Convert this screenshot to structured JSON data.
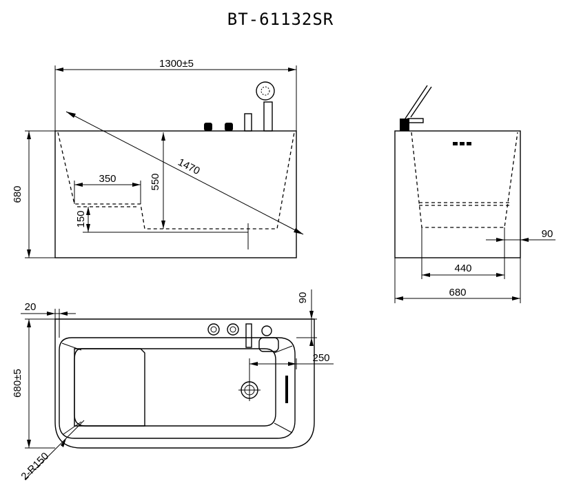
{
  "title": "BT-61132SR",
  "front_view": {
    "dim_width": "1300±5",
    "dim_height": "680",
    "dim_diagonal": "1470",
    "dim_seat_length": "350",
    "dim_depth": "550",
    "dim_seat_height": "150"
  },
  "side_view": {
    "dim_offset": "90",
    "dim_inner": "440",
    "dim_width": "680"
  },
  "top_view": {
    "dim_rim": "20",
    "dim_faucet": "90",
    "dim_drain": "250",
    "dim_width": "680±5",
    "dim_radius": "2-R150"
  }
}
